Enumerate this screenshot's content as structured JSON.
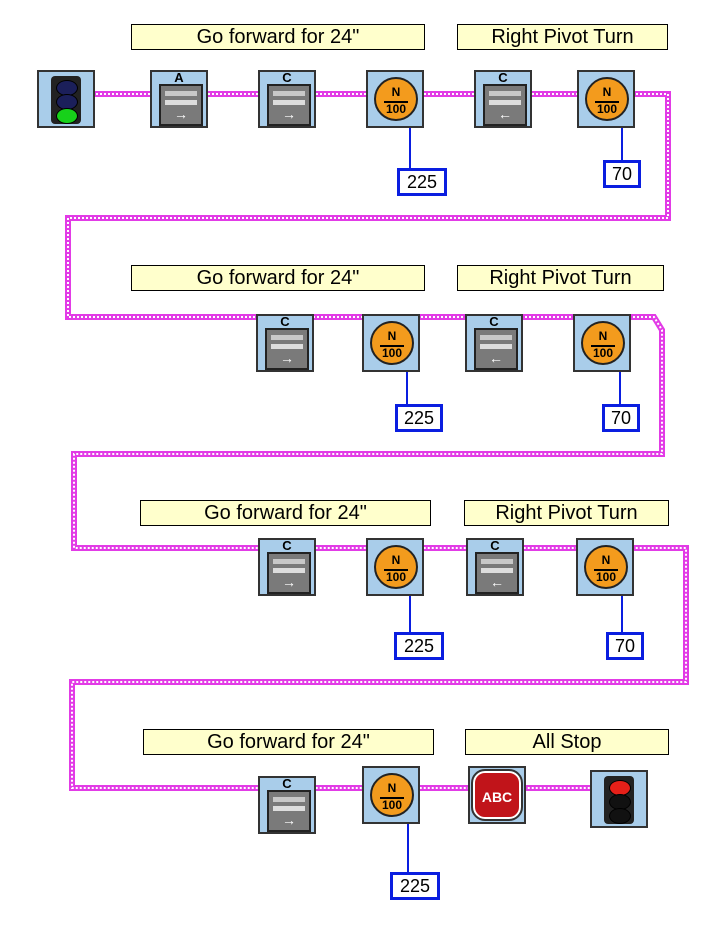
{
  "colors": {
    "wire": "#e23be6",
    "wire_dots": "#ffffff",
    "block_bg": "#a9cdea",
    "label_bg": "#ffffcc",
    "number_border": "#0a1ee0",
    "timer_orange": "#f39b1d",
    "stop_red": "#c1141a"
  },
  "labels": {
    "row1_forward": "Go forward for 24\"",
    "row1_turn": "Right Pivot Turn",
    "row2_forward": "Go forward for 24\"",
    "row2_turn": "Right Pivot Turn",
    "row3_forward": "Go forward for 24\"",
    "row3_turn": "Right Pivot Turn",
    "row4_forward": "Go forward for 24\"",
    "row4_stop": "All Stop"
  },
  "motors": {
    "r1_a": "A",
    "r1_c1": "C",
    "r1_c2": "C",
    "r2_c1": "C",
    "r2_c2": "C",
    "r3_c1": "C",
    "r3_c2": "C",
    "r4_c1": "C"
  },
  "timer": {
    "top": "N",
    "bottom": "100"
  },
  "stop_block": {
    "text": "ABC"
  },
  "values": {
    "r1_forward": "225",
    "r1_turn": "70",
    "r2_forward": "225",
    "r2_turn": "70",
    "r3_forward": "225",
    "r3_turn": "70",
    "r4_forward": "225"
  }
}
